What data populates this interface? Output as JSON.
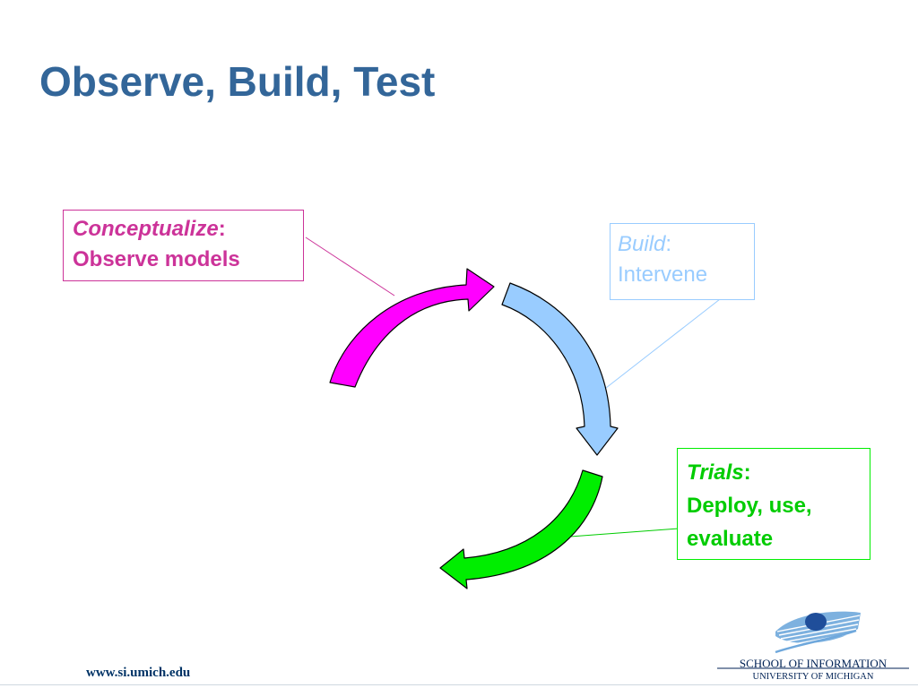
{
  "slide": {
    "title": "Observe, Build, Test",
    "title_color": "#336699"
  },
  "diagram": {
    "cycle": [
      {
        "stage": "Conceptualize",
        "label": "Observe models",
        "color": "#CC3399",
        "arrow_color": "#FF00FF"
      },
      {
        "stage": "Build",
        "label": "Intervene",
        "color": "#99CCFF",
        "arrow_color": "#99CCFF"
      },
      {
        "stage": "Trials",
        "label_line1": "Deploy, use,",
        "label_line2": "evaluate",
        "color": "#00CC00",
        "arrow_color": "#00EE00"
      }
    ],
    "colon": ":"
  },
  "footer": {
    "url": "www.si.umich.edu",
    "logo_icon": "eye-logo-icon",
    "logo_line1": "SCHOOL OF INFORMATION",
    "logo_line2": "UNIVERSITY OF MICHIGAN"
  }
}
